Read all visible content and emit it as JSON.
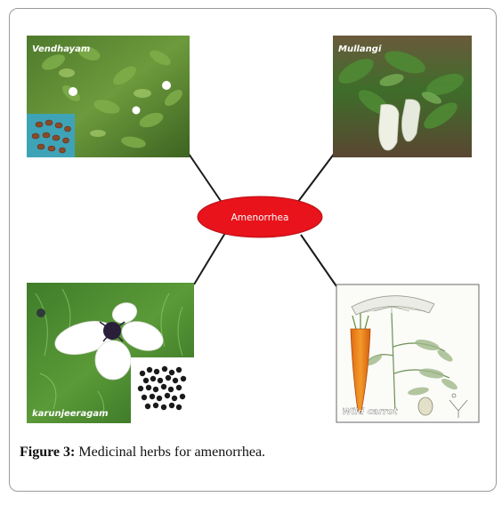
{
  "diagram": {
    "center": {
      "label": "Amenorrhea"
    },
    "herbs": [
      {
        "id": "vendhayam",
        "label": "Vendhayam"
      },
      {
        "id": "mullangi",
        "label": "Mullangi"
      },
      {
        "id": "karunjeeragam",
        "label": "karunjeeragam"
      },
      {
        "id": "wild-carrot",
        "label": "Wild carrot"
      }
    ]
  },
  "caption": {
    "label": "Figure 3:",
    "text": " Medicinal herbs for amenorrhea."
  },
  "colors": {
    "center_fill": "#e8131b",
    "connector": "#1a1a1a",
    "caption_text": "#111111"
  }
}
